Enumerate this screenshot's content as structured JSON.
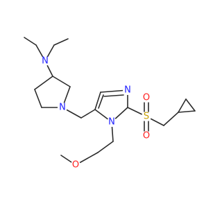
{
  "colors": {
    "carbon_bond": "#2b2b2b",
    "nitrogen": "#2020ff",
    "oxygen": "#ff2020",
    "sulfur": "#c8a000",
    "background": "#ffffff"
  },
  "atoms": {
    "amine_n": {
      "label": "N",
      "element": "nitrogen"
    },
    "pyrrolidine_n": {
      "label": "N",
      "element": "nitrogen"
    },
    "imidazole_n3": {
      "label": "N",
      "element": "nitrogen"
    },
    "imidazole_n1": {
      "label": "N",
      "element": "nitrogen"
    },
    "sulfonyl_s": {
      "label": "S",
      "element": "sulfur"
    },
    "sulfonyl_o1": {
      "label": "O",
      "element": "oxygen"
    },
    "sulfonyl_o2": {
      "label": "O",
      "element": "oxygen"
    },
    "ether_o": {
      "label": "O",
      "element": "oxygen"
    }
  }
}
